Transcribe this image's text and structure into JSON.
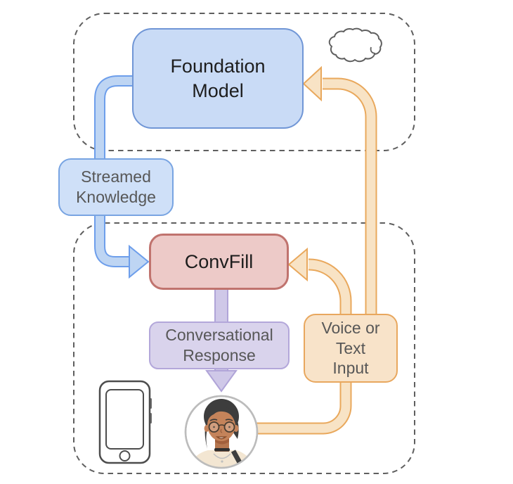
{
  "nodes": {
    "foundation_model": {
      "label": "Foundation\nModel",
      "fill": "#c9dbf6",
      "border": "#7096d6"
    },
    "streamed_knowledge": {
      "label": "Streamed\nKnowledge",
      "fill": "#cfe0f8",
      "border": "#78a4e2"
    },
    "convfill": {
      "label": "ConvFill",
      "fill": "#edcac8",
      "border": "#c0736e"
    },
    "conversational_response": {
      "label": "Conversational\nResponse",
      "fill": "#d9d3ec",
      "border": "#b3a7da"
    },
    "voice_text_input": {
      "label": "Voice or\nText\nInput",
      "fill": "#f8e3c9",
      "border": "#e8a75e"
    }
  },
  "edges": [
    {
      "id": "foundation-to-convfill",
      "from": "foundation_model",
      "to": "convfill",
      "via": "streamed_knowledge",
      "color": "#6d9eeb"
    },
    {
      "id": "convfill-to-user",
      "from": "convfill",
      "to": "user",
      "via": "conversational_response",
      "color": "#b0a4d8"
    },
    {
      "id": "user-to-convfill",
      "from": "user",
      "to": "convfill",
      "via": "voice_text_input",
      "color": "#e9a85c"
    },
    {
      "id": "user-to-foundation",
      "from": "user",
      "to": "foundation_model",
      "via": "voice_text_input",
      "color": "#e9a85c"
    }
  ],
  "regions": {
    "cloud_region": {
      "style": "dashed",
      "contains": [
        "foundation_model"
      ],
      "marker_icon": "cloud-icon"
    },
    "device_region": {
      "style": "dashed",
      "contains": [
        "convfill",
        "conversational_response",
        "voice_text_input"
      ],
      "marker_icons": [
        "smartphone-icon",
        "user-avatar"
      ]
    }
  },
  "icons": {
    "cloud": "cloud-icon",
    "phone": "smartphone-icon",
    "user": "user-avatar"
  },
  "palette": {
    "dashed_boundary": "#5f5f5f",
    "muted_text": "#575757",
    "dark_text": "#1d1d1d"
  }
}
